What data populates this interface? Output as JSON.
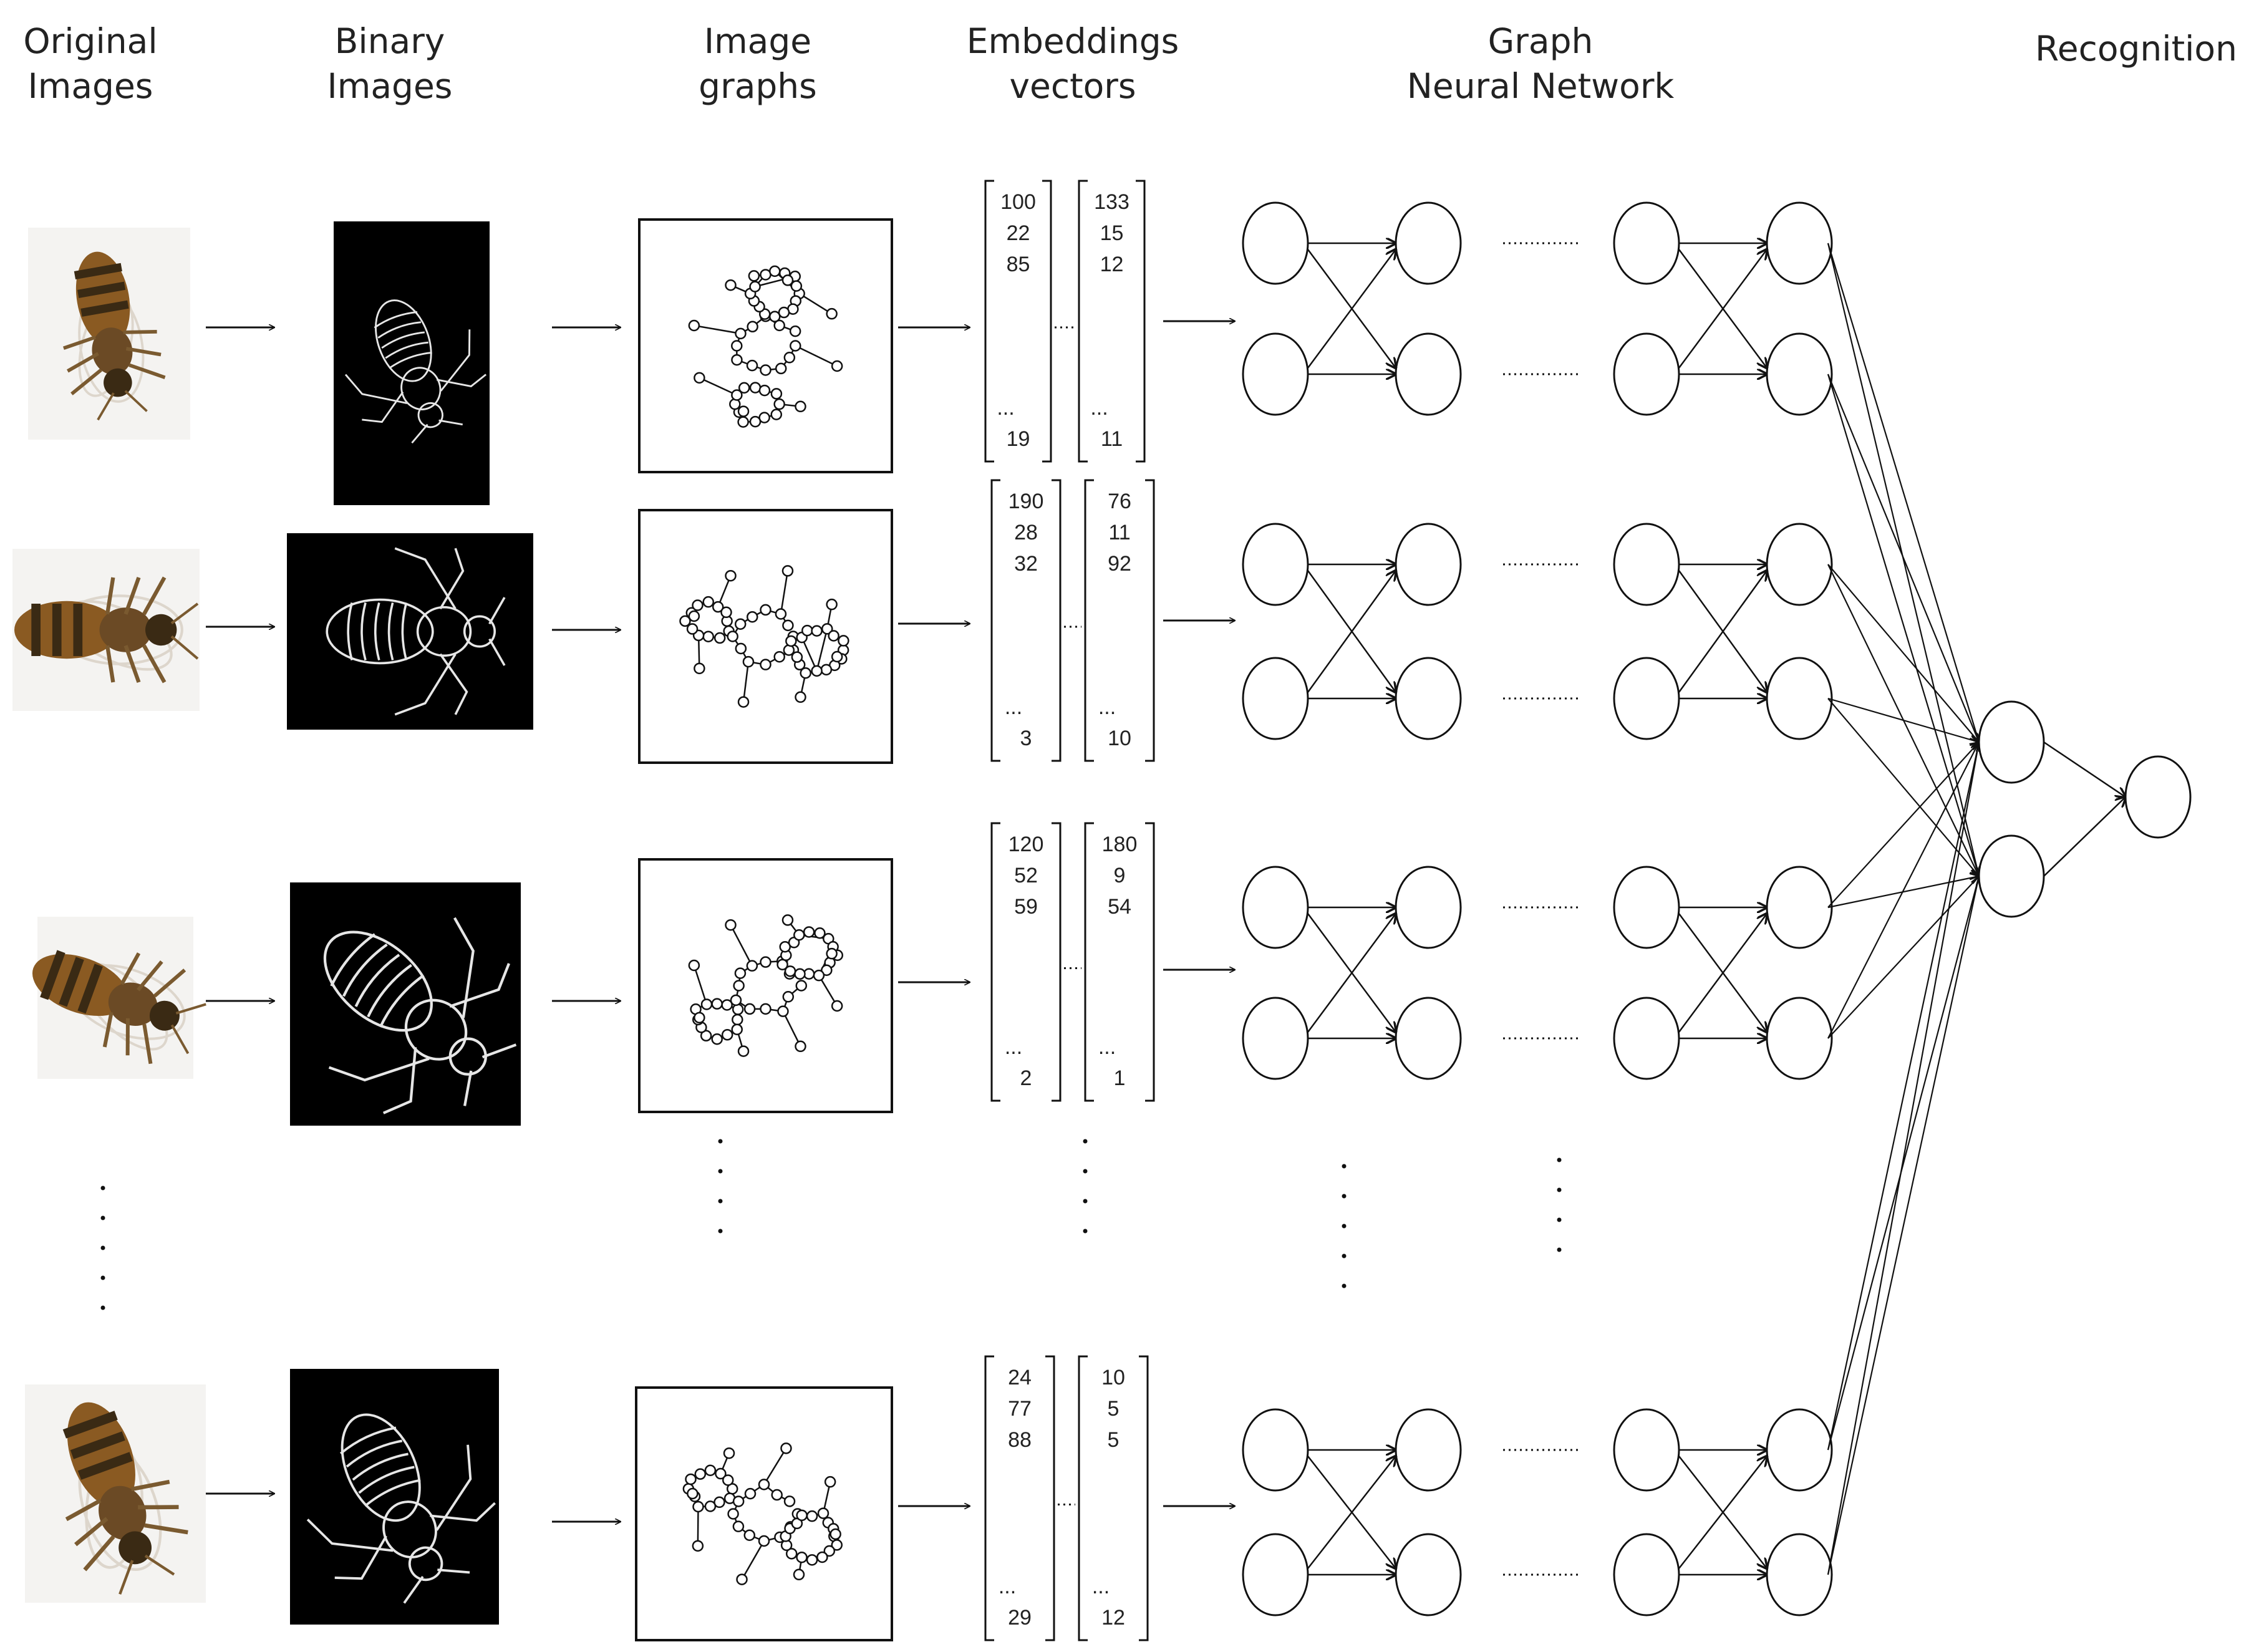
{
  "headers": [
    [
      "Original",
      "Images"
    ],
    [
      "Binary",
      "Images"
    ],
    [
      "Image",
      "graphs"
    ],
    [
      "Embeddings",
      "vectors"
    ],
    [
      "Graph",
      "Neural Network"
    ],
    [
      "Recognition"
    ]
  ],
  "rows": [
    {
      "name": "row-1",
      "vectors": [
        {
          "top": [
            "100",
            "22",
            "85"
          ],
          "ellipsis": "...",
          "last": "19"
        },
        {
          "top": [
            "133",
            "15",
            "12"
          ],
          "ellipsis": "...",
          "last": "11"
        }
      ]
    },
    {
      "name": "row-2",
      "vectors": [
        {
          "top": [
            "190",
            "28",
            "32"
          ],
          "ellipsis": "...",
          "last": "3"
        },
        {
          "top": [
            "76",
            "11",
            "92"
          ],
          "ellipsis": "...",
          "last": "10"
        }
      ]
    },
    {
      "name": "row-3",
      "vectors": [
        {
          "top": [
            "120",
            "52",
            "59"
          ],
          "ellipsis": "...",
          "last": "2"
        },
        {
          "top": [
            "180",
            "9",
            "54"
          ],
          "ellipsis": "...",
          "last": "1"
        }
      ]
    },
    {
      "name": "row-4",
      "vectors": [
        {
          "top": [
            "24",
            "77",
            "88"
          ],
          "ellipsis": "...",
          "last": "29"
        },
        {
          "top": [
            "10",
            "5",
            "5"
          ],
          "ellipsis": "...",
          "last": "12"
        }
      ]
    }
  ],
  "colors": {
    "line": "#111111",
    "bee_body": "#8a5a22",
    "bee_stripe": "#3a2a14",
    "binary_bg": "#000000",
    "edge": "#e6e6e6"
  }
}
